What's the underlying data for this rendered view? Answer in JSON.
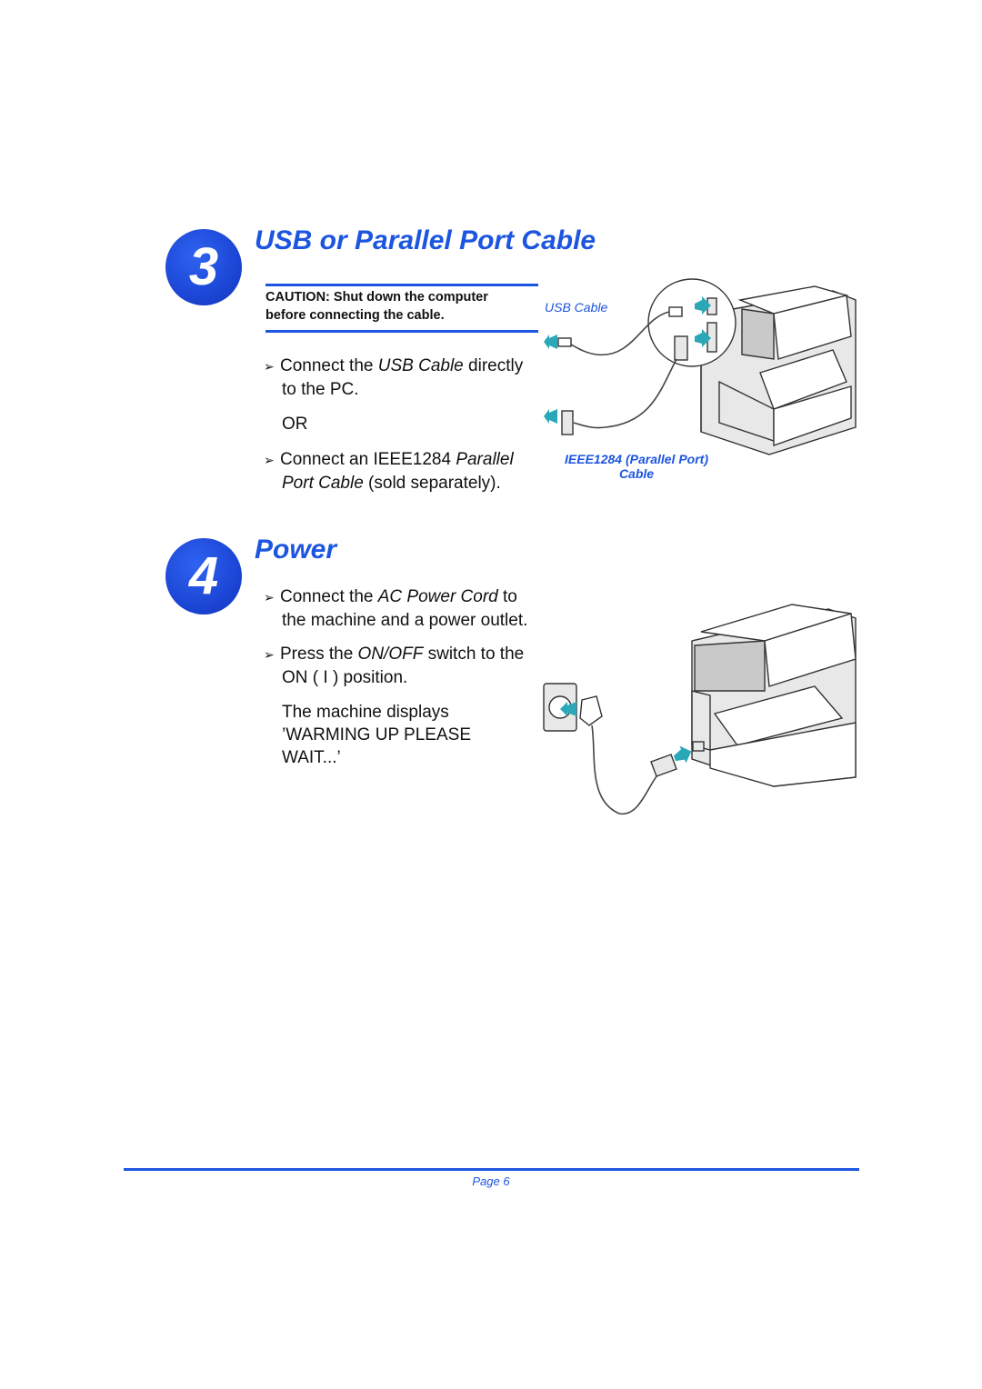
{
  "step3": {
    "number": "3",
    "title": "USB or Parallel Port Cable",
    "caution_line1": "CAUTION:  Shut down the computer",
    "caution_line2": "before connecting the cable.",
    "bullet1_pre": "Connect the ",
    "bullet1_em": "USB Cable",
    "bullet1_post": " directly",
    "bullet1_line2": "to the PC.",
    "or": "OR",
    "bullet2_pre": "Connect an IEEE1284 ",
    "bullet2_em": "Parallel",
    "bullet2_line2_em": "Port Cable",
    "bullet2_line2_post": " (sold separately).",
    "usb_label": "USB Cable",
    "ieee_label_line1": "IEEE1284 (Parallel Port)",
    "ieee_label_line2": "Cable"
  },
  "step4": {
    "number": "4",
    "title": "Power",
    "bullet1_pre": "Connect the ",
    "bullet1_em": "AC Power Cord",
    "bullet1_post": " to",
    "bullet1_line2": "the machine and a power outlet.",
    "bullet2_pre": "Press the ",
    "bullet2_em": "ON/OFF",
    "bullet2_post": " switch to the",
    "bullet2_line2": "ON ( I ) position.",
    "display_line1": "The machine displays",
    "display_line2": "’WARMING UP PLEASE",
    "display_line3": "WAIT...’"
  },
  "footer": {
    "page_label": "Page 6"
  },
  "icons": [
    "bullet-arrow-icon",
    "printer-illustration",
    "usb-connector-icon",
    "parallel-connector-icon",
    "power-outlet-icon"
  ],
  "colors": {
    "accent": "#1c55e0",
    "arrow": "#2aa8b8"
  }
}
